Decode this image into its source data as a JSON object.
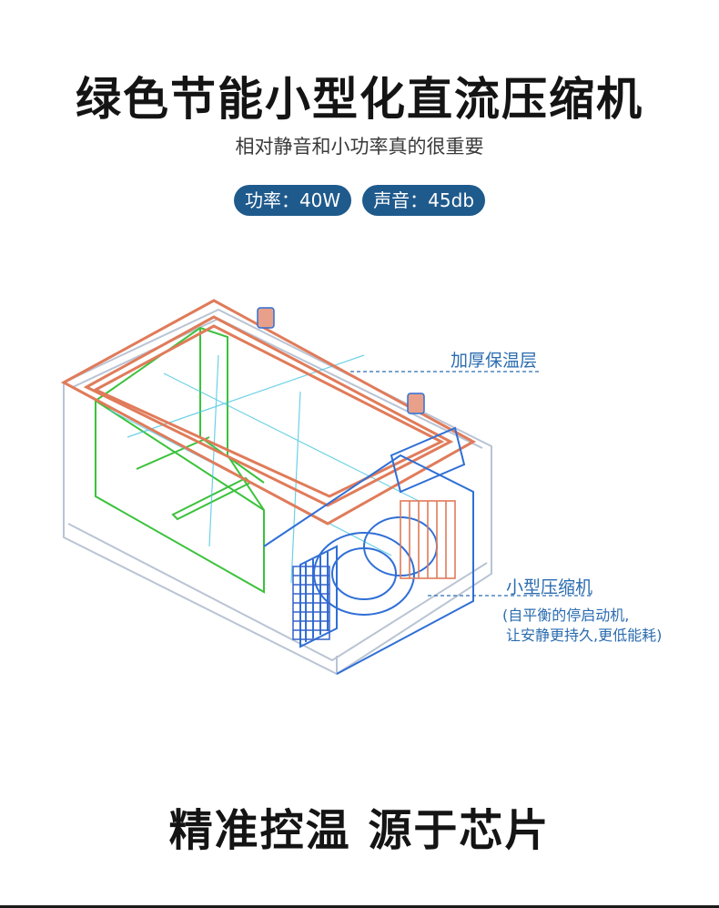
{
  "header": {
    "title": "绿色节能小型化直流压缩机",
    "subtitle": "相对静音和小功率真的很重要"
  },
  "badges": [
    {
      "label": "功率：40W"
    },
    {
      "label": "声音：45db"
    }
  ],
  "callouts": {
    "insulation": "加厚保温层",
    "compressor": "小型压缩机",
    "compressor_note_line1": "(自平衡的停启动机,",
    "compressor_note_line2": "让安静更持久,更低能耗)"
  },
  "footer": {
    "title": "精准控温 源于芯片"
  },
  "colors": {
    "badge_bg": "#1f5a8c",
    "callout": "#2b6cb0",
    "lid_orange": "#e07b5a",
    "inner_green": "#3bc23b",
    "frame_blue": "#2f6fd6",
    "outline_gray": "#b9c4d4"
  }
}
